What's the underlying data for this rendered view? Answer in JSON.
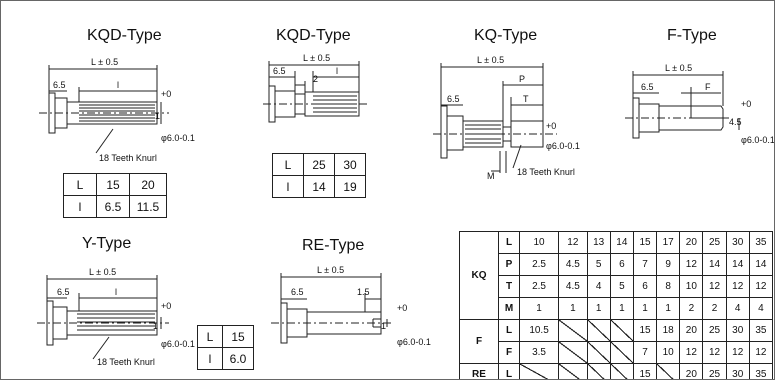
{
  "titles": {
    "kqd1": "KQD-Type",
    "kqd2": "KQD-Type",
    "kq": "KQ-Type",
    "f": "F-Type",
    "y": "Y-Type",
    "re": "RE-Type"
  },
  "dims": {
    "L": "L ± 0.5",
    "d65": "6.5",
    "l": "l",
    "P": "P",
    "T": "T",
    "F": "F",
    "M": "M",
    "two": "2",
    "d15": "1.5",
    "one": "1",
    "tol": "+0",
    "tol2": "-0.1",
    "diam": "φ6.0-0.1",
    "d45": "4.5"
  },
  "knurl": "18 Teeth Knurl",
  "table_kqd1": {
    "header": [
      "L",
      "15",
      "20"
    ],
    "row": [
      "l",
      "6.5",
      "11.5"
    ]
  },
  "table_kqd2": {
    "header": [
      "L",
      "25",
      "30"
    ],
    "row": [
      "l",
      "14",
      "19"
    ]
  },
  "table_y": {
    "rows": [
      [
        "L",
        "15"
      ],
      [
        "l",
        "6.0"
      ]
    ]
  },
  "spec_table": {
    "groups": [
      {
        "name": "KQ",
        "rows": [
          {
            "key": "L",
            "values": [
              "10",
              "12",
              "13",
              "14",
              "15",
              "17",
              "20",
              "25",
              "30",
              "35"
            ]
          },
          {
            "key": "P",
            "values": [
              "2.5",
              "4.5",
              "5",
              "6",
              "7",
              "9",
              "12",
              "14",
              "14",
              "14"
            ]
          },
          {
            "key": "T",
            "values": [
              "2.5",
              "4.5",
              "4",
              "5",
              "6",
              "8",
              "10",
              "12",
              "12",
              "12"
            ]
          },
          {
            "key": "M",
            "values": [
              "1",
              "1",
              "1",
              "1",
              "1",
              "1",
              "2",
              "2",
              "4",
              "4"
            ]
          }
        ]
      },
      {
        "name": "F",
        "rows": [
          {
            "key": "L",
            "values": [
              "10.5",
              "",
              "",
              "",
              "15",
              "18",
              "20",
              "25",
              "30",
              "35"
            ]
          },
          {
            "key": "F",
            "values": [
              "3.5",
              "",
              "",
              "",
              "7",
              "10",
              "12",
              "12",
              "12",
              "12"
            ]
          }
        ]
      },
      {
        "name": "RE",
        "rows": [
          {
            "key": "L",
            "values": [
              "",
              "",
              "",
              "",
              "15",
              "",
              "20",
              "25",
              "30",
              "35"
            ]
          }
        ]
      }
    ]
  }
}
